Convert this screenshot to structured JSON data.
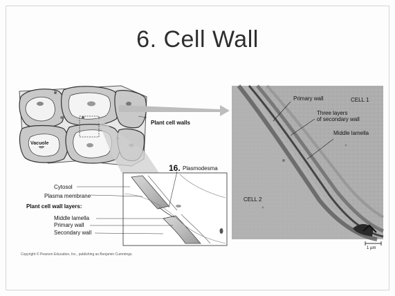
{
  "slide": {
    "title": "6. Cell Wall",
    "copyright": "Copyright © Pearson Education, Inc., publishing as Benjamin Cummings."
  },
  "diagram": {
    "vacuole_label": "Vacuole",
    "plant_cell_walls_label": "Plant cell walls",
    "plasmodesma_number": "16.",
    "plasmodesma_label": "Plasmodesma",
    "cytosol_label": "Cytosol",
    "plasma_membrane_label": "Plasma membrane",
    "layers_heading": "Plant cell wall layers:",
    "middle_lamella_label": "Middle lamella",
    "primary_wall_label": "Primary wall",
    "secondary_wall_label": "Secondary wall"
  },
  "micrograph": {
    "primary_wall_label": "Primary wall",
    "cell1_label": "CELL 1",
    "secondary_layers_line1": "Three layers",
    "secondary_layers_line2": "of secondary wall",
    "middle_lamella_label": "Middle lamella",
    "cell2_label": "CELL 2",
    "scale_label": "1 µm"
  }
}
